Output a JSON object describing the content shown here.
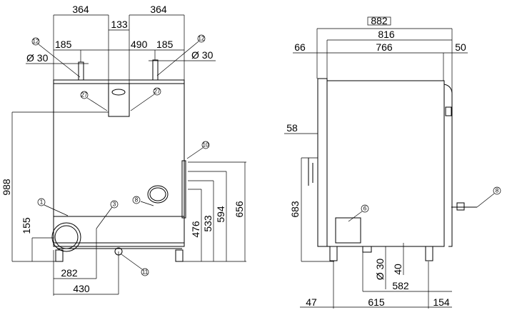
{
  "front_view": {
    "dims": {
      "w_left": "364",
      "w_right": "364",
      "center_gap": "133",
      "pipe_left": "185",
      "pipe_span": "490",
      "pipe_right": "185",
      "dia_left": "Ø 30",
      "dia_right": "Ø 30",
      "height_total": "988",
      "h155": "155",
      "h476": "476",
      "h533": "533",
      "h594": "594",
      "h656": "656",
      "x282": "282",
      "x430": "430"
    },
    "callouts": {
      "c12a": "12",
      "c12b": "12",
      "c27a": "27",
      "c27b": "27",
      "c10": "10",
      "c8": "8",
      "c1": "1",
      "c3": "3",
      "c11": "11"
    }
  },
  "side_view": {
    "dims": {
      "overall": "882",
      "depth816": "816",
      "d66": "66",
      "d766": "766",
      "d50": "50",
      "d58": "58",
      "h683": "683",
      "dia30": "Ø 30",
      "d40": "40",
      "d582": "582",
      "d47": "47",
      "d615": "615",
      "d154": "154"
    },
    "callouts": {
      "c6": "6",
      "c8": "8"
    }
  }
}
